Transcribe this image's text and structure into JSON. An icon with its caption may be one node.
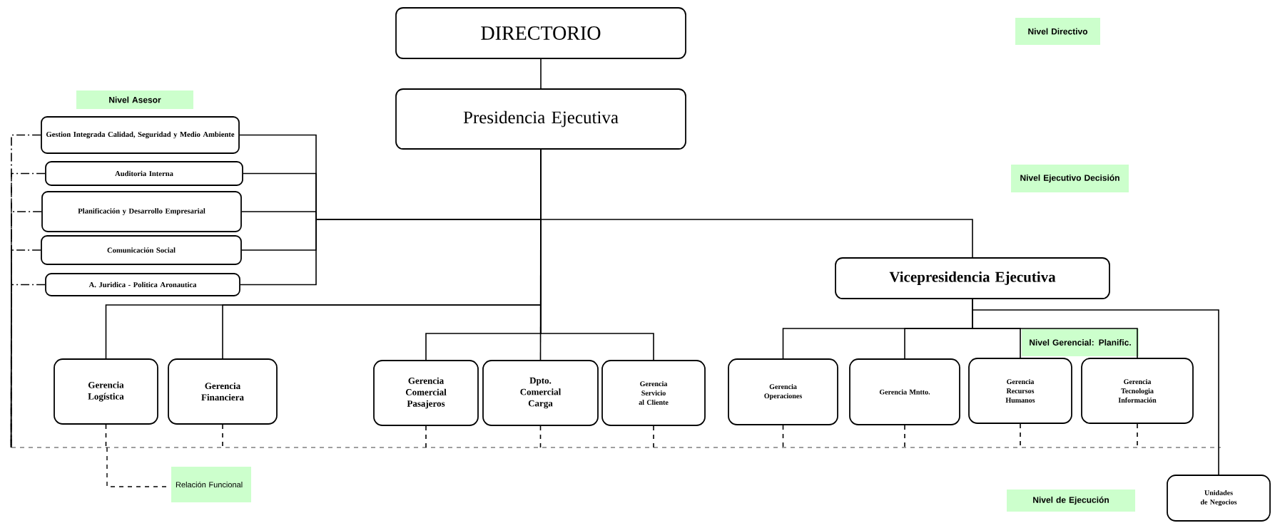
{
  "diagram": {
    "nodes": [
      {
        "text": [
          "DIRECTORIO"
        ]
      },
      {
        "text": [
          "Presidencia Ejecutiva"
        ]
      },
      {
        "text": [
          "Gestion Integrada Calidad, Seguridad y Medio Ambiente"
        ]
      },
      {
        "text": [
          "Auditoria Interna"
        ]
      },
      {
        "text": [
          "Planificación y Desarrollo Empresarial"
        ]
      },
      {
        "text": [
          "Comunicación Social"
        ]
      },
      {
        "text": [
          "A. Juridica - Politica Aronautica"
        ]
      },
      {
        "text": [
          "Vicepresidencia Ejecutiva"
        ]
      },
      {
        "text": [
          "Gerencia Logística"
        ]
      },
      {
        "text": [
          "Gerencia Financiera"
        ]
      },
      {
        "text": [
          "Gerencia Comercial Pasajeros"
        ]
      },
      {
        "text": [
          "Dpto. Comercial Carga"
        ]
      },
      {
        "text": [
          "Gerencia Servicio al Cliente"
        ]
      },
      {
        "text": [
          "Gerencia Operaciones"
        ]
      },
      {
        "text": [
          "Gerencia Mntto."
        ]
      },
      {
        "text": [
          "Gerencia Recursos Humanos"
        ]
      },
      {
        "text": [
          "Gerencia Tecnologia Información"
        ]
      },
      {
        "text": [
          "Unidades de Negocios"
        ]
      },
      {
        "text": [
          "Nivel Directivo"
        ]
      },
      {
        "text": [
          "Nivel Asesor"
        ]
      },
      {
        "text": [
          "Nivel Ejecutivo Decisión"
        ]
      },
      {
        "text": [
          "Nivel Gerencial: Planific."
        ]
      },
      {
        "text": [
          "Nivel de Ejecución"
        ]
      },
      {
        "text": [],
        "shape": "bar"
      }
    ],
    "edges": [
      {
        "from": 0,
        "to": 1,
        "arrow": "none"
      },
      {
        "from": 1,
        "to": 7,
        "arrow": "none"
      },
      {
        "from": 1,
        "to": 2,
        "arrow": "none"
      },
      {
        "from": 1,
        "to": 3,
        "arrow": "none"
      },
      {
        "from": 1,
        "to": 4,
        "arrow": "none"
      },
      {
        "from": 1,
        "to": 5,
        "arrow": "none"
      },
      {
        "from": 1,
        "to": 6,
        "arrow": "none"
      },
      {
        "from": 1,
        "to": 8,
        "arrow": "none"
      },
      {
        "from": 1,
        "to": 9,
        "arrow": "none"
      },
      {
        "from": 1,
        "to": 10,
        "arrow": "none"
      },
      {
        "from": 1,
        "to": 11,
        "arrow": "none"
      },
      {
        "from": 1,
        "to": 12,
        "arrow": "none"
      },
      {
        "from": 7,
        "to": 13,
        "arrow": "none"
      },
      {
        "from": 7,
        "to": 14,
        "arrow": "none"
      },
      {
        "from": 7,
        "to": 15,
        "arrow": "none"
      },
      {
        "from": 7,
        "to": 16,
        "arrow": "none"
      },
      {
        "from": 7,
        "to": 17,
        "arrow": "none"
      },
      {
        "from": 2,
        "to": 23,
        "arrow": "none",
        "style": "dashed"
      },
      {
        "from": 3,
        "to": 23,
        "arrow": "none",
        "style": "dashed"
      },
      {
        "from": 4,
        "to": 23,
        "arrow": "none",
        "style": "dashed"
      },
      {
        "from": 5,
        "to": 23,
        "arrow": "none",
        "style": "dashed"
      },
      {
        "from": 6,
        "to": 23,
        "arrow": "none",
        "style": "dashed"
      },
      {
        "from": 8,
        "to": 23,
        "arrow": "none",
        "style": "dashed"
      },
      {
        "from": 9,
        "to": 23,
        "arrow": "none",
        "style": "dashed"
      },
      {
        "from": 10,
        "to": 23,
        "arrow": "none",
        "style": "dashed"
      },
      {
        "from": 11,
        "to": 23,
        "arrow": "none",
        "style": "dashed"
      },
      {
        "from": 12,
        "to": 23,
        "arrow": "none",
        "style": "dashed"
      },
      {
        "from": 13,
        "to": 23,
        "arrow": "none",
        "style": "dashed"
      },
      {
        "from": 14,
        "to": 23,
        "arrow": "none",
        "style": "dashed"
      },
      {
        "from": 15,
        "to": 23,
        "arrow": "none",
        "style": "dashed"
      },
      {
        "from": 16,
        "to": 23,
        "arrow": "none",
        "style": "dashed"
      }
    ],
    "legend": [
      {
        "text": "Relación Funcional"
      }
    ]
  }
}
